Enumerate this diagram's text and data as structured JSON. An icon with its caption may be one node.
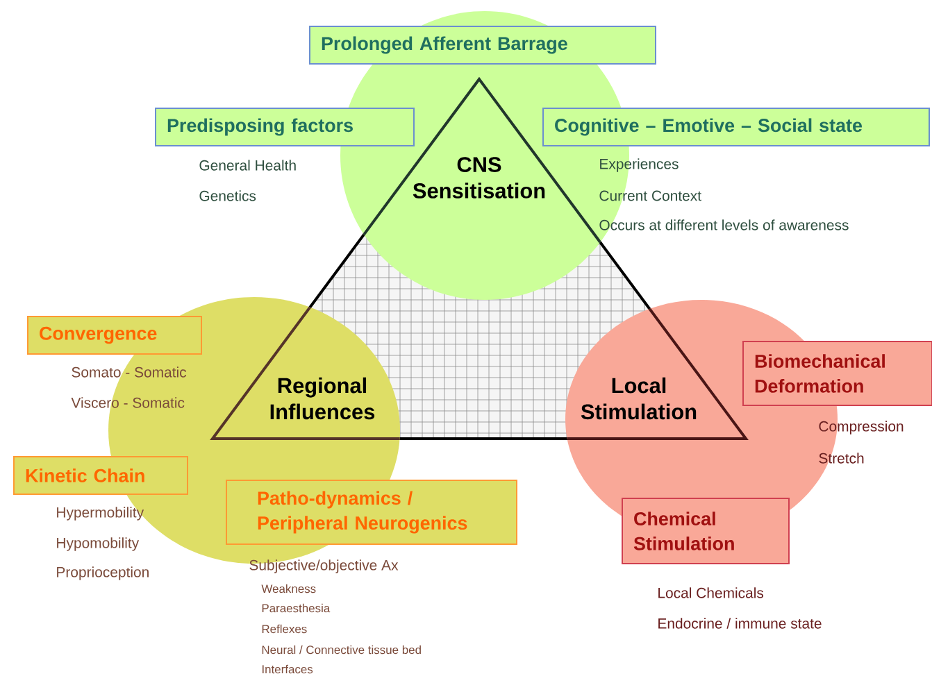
{
  "diagram": {
    "nodes": [
      {
        "text": [
          "CNS Sensitisation"
        ]
      },
      {
        "text": [
          "Regional Influences"
        ]
      },
      {
        "text": [
          "Local Stimulation"
        ]
      },
      {
        "text": [
          "Prolonged Afferent Barrage"
        ]
      },
      {
        "text": [
          "Predisposing factors"
        ],
        "beside": [
          "General Health",
          "Genetics"
        ]
      },
      {
        "text": [
          "Cognitive – Emotive – Social state"
        ],
        "beside": [
          "Experiences",
          "Current Context",
          "Occurs at different levels of awareness"
        ]
      },
      {
        "text": [
          "Convergence"
        ],
        "beside": [
          "Somato - Somatic",
          "Viscero - Somatic"
        ]
      },
      {
        "text": [
          "Kinetic Chain"
        ],
        "beside": [
          "Hypermobility",
          "Hypomobility",
          "Proprioception"
        ]
      },
      {
        "text": [
          "Patho-dynamics / Peripheral Neurogenics"
        ],
        "beside": [
          "Subjective/objective Ax",
          "Weakness",
          "Paraesthesia",
          "Reflexes",
          "Neural / Connective tissue bed",
          "Interfaces"
        ]
      },
      {
        "text": [
          "Biomechanical Deformation"
        ],
        "beside": [
          "Compression",
          "Stretch"
        ]
      },
      {
        "text": [
          "Chemical Stimulation"
        ],
        "beside": [
          "Local Chemicals",
          "Endocrine / immune state"
        ]
      }
    ]
  }
}
